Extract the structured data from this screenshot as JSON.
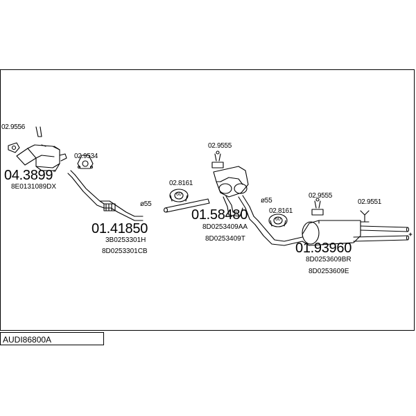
{
  "model": "AUDI86800A",
  "colors": {
    "line": "#000000",
    "background": "#ffffff"
  },
  "parts": [
    {
      "number": "04.3899",
      "marker": "°",
      "refs": [
        "8E0131089DX"
      ]
    },
    {
      "number": "01.41850",
      "refs": [
        "3B0253301H",
        "8D0253301CB"
      ]
    },
    {
      "number": "01.58480",
      "refs": [
        "8D0253409AA",
        "8D0253409T"
      ]
    },
    {
      "number": "01.93960",
      "refs": [
        "8D0253609BR",
        "8D0253609E"
      ]
    }
  ],
  "fittings": {
    "bracket_top_left": "02.9556",
    "clamp_left": "02.9534",
    "hanger_mid": "02.9555",
    "ring_left": "02.8161",
    "ring_right": "02.8161",
    "hanger_right": "02.9555",
    "bracket_right": "02.9551",
    "diameter_1": "ø55",
    "diameter_2": "ø55",
    "ring_text": "60"
  }
}
